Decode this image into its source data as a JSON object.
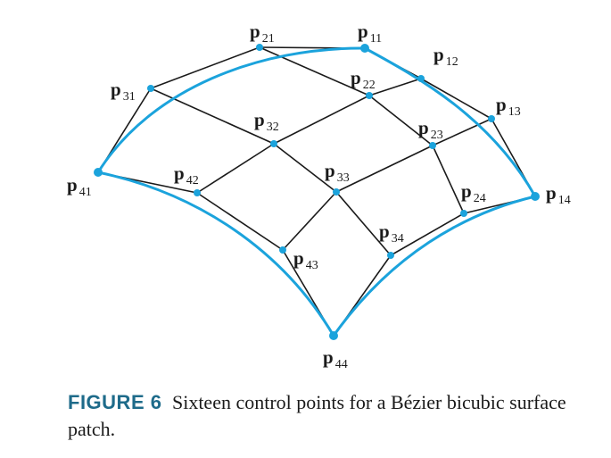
{
  "caption": {
    "figure_label": "FIGURE 6",
    "text": "Sixteen control points for a Bézier bicubic surface patch."
  },
  "colors": {
    "accent": "#1ba3dc",
    "ink": "#1a1a1a",
    "caption_label": "#1e6b8a"
  },
  "points": [
    {
      "id": "11",
      "name": "p",
      "sub": "11"
    },
    {
      "id": "12",
      "name": "p",
      "sub": "12"
    },
    {
      "id": "13",
      "name": "p",
      "sub": "13"
    },
    {
      "id": "14",
      "name": "p",
      "sub": "14"
    },
    {
      "id": "21",
      "name": "p",
      "sub": "21"
    },
    {
      "id": "22",
      "name": "p",
      "sub": "22"
    },
    {
      "id": "23",
      "name": "p",
      "sub": "23"
    },
    {
      "id": "24",
      "name": "p",
      "sub": "24"
    },
    {
      "id": "31",
      "name": "p",
      "sub": "31"
    },
    {
      "id": "32",
      "name": "p",
      "sub": "32"
    },
    {
      "id": "33",
      "name": "p",
      "sub": "33"
    },
    {
      "id": "34",
      "name": "p",
      "sub": "34"
    },
    {
      "id": "41",
      "name": "p",
      "sub": "41"
    },
    {
      "id": "42",
      "name": "p",
      "sub": "42"
    },
    {
      "id": "43",
      "name": "p",
      "sub": "43"
    },
    {
      "id": "44",
      "name": "p",
      "sub": "44"
    }
  ]
}
